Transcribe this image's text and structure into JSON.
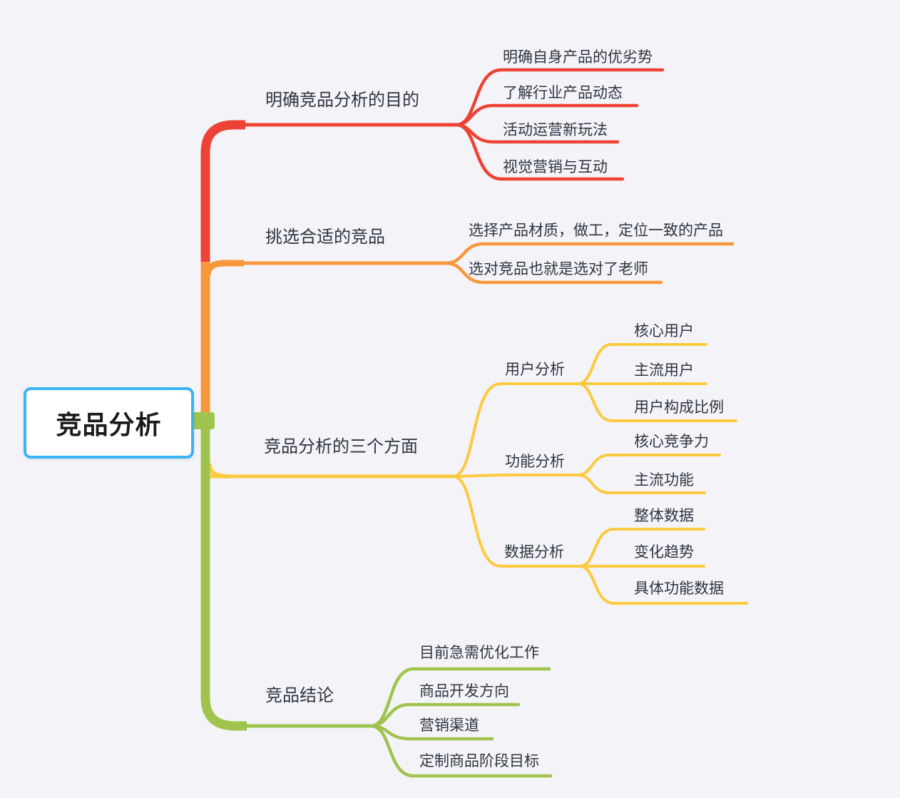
{
  "colors": {
    "background": "#F4F4F8",
    "text": "#2E3442",
    "root_border": "#3BB3F4",
    "red": "#ED4335",
    "orange": "#F8973B",
    "yellow": "#FCCA40",
    "green": "#9EC44E"
  },
  "mindmap": {
    "root": {
      "label": "竞品分析"
    },
    "branches": [
      {
        "label": "明确竞品分析的目的",
        "children": [
          {
            "label": "明确自身产品的优劣势"
          },
          {
            "label": "了解行业产品动态"
          },
          {
            "label": "活动运营新玩法"
          },
          {
            "label": "视觉营销与互动"
          }
        ]
      },
      {
        "label": "挑选合适的竞品",
        "children": [
          {
            "label": "选择产品材质，做工，定位一致的产品"
          },
          {
            "label": "选对竞品也就是选对了老师"
          }
        ]
      },
      {
        "label": "竞品分析的三个方面",
        "children": [
          {
            "label": "用户分析",
            "children": [
              {
                "label": "核心用户"
              },
              {
                "label": "主流用户"
              },
              {
                "label": "用户构成比例"
              }
            ]
          },
          {
            "label": "功能分析",
            "children": [
              {
                "label": "核心竞争力"
              },
              {
                "label": "主流功能"
              }
            ]
          },
          {
            "label": "数据分析",
            "children": [
              {
                "label": "整体数据"
              },
              {
                "label": "变化趋势"
              },
              {
                "label": "具体功能数据"
              }
            ]
          }
        ]
      },
      {
        "label": "竞品结论",
        "children": [
          {
            "label": "目前急需优化工作"
          },
          {
            "label": "商品开发方向"
          },
          {
            "label": "营销渠道"
          },
          {
            "label": "定制商品阶段目标"
          }
        ]
      }
    ]
  }
}
